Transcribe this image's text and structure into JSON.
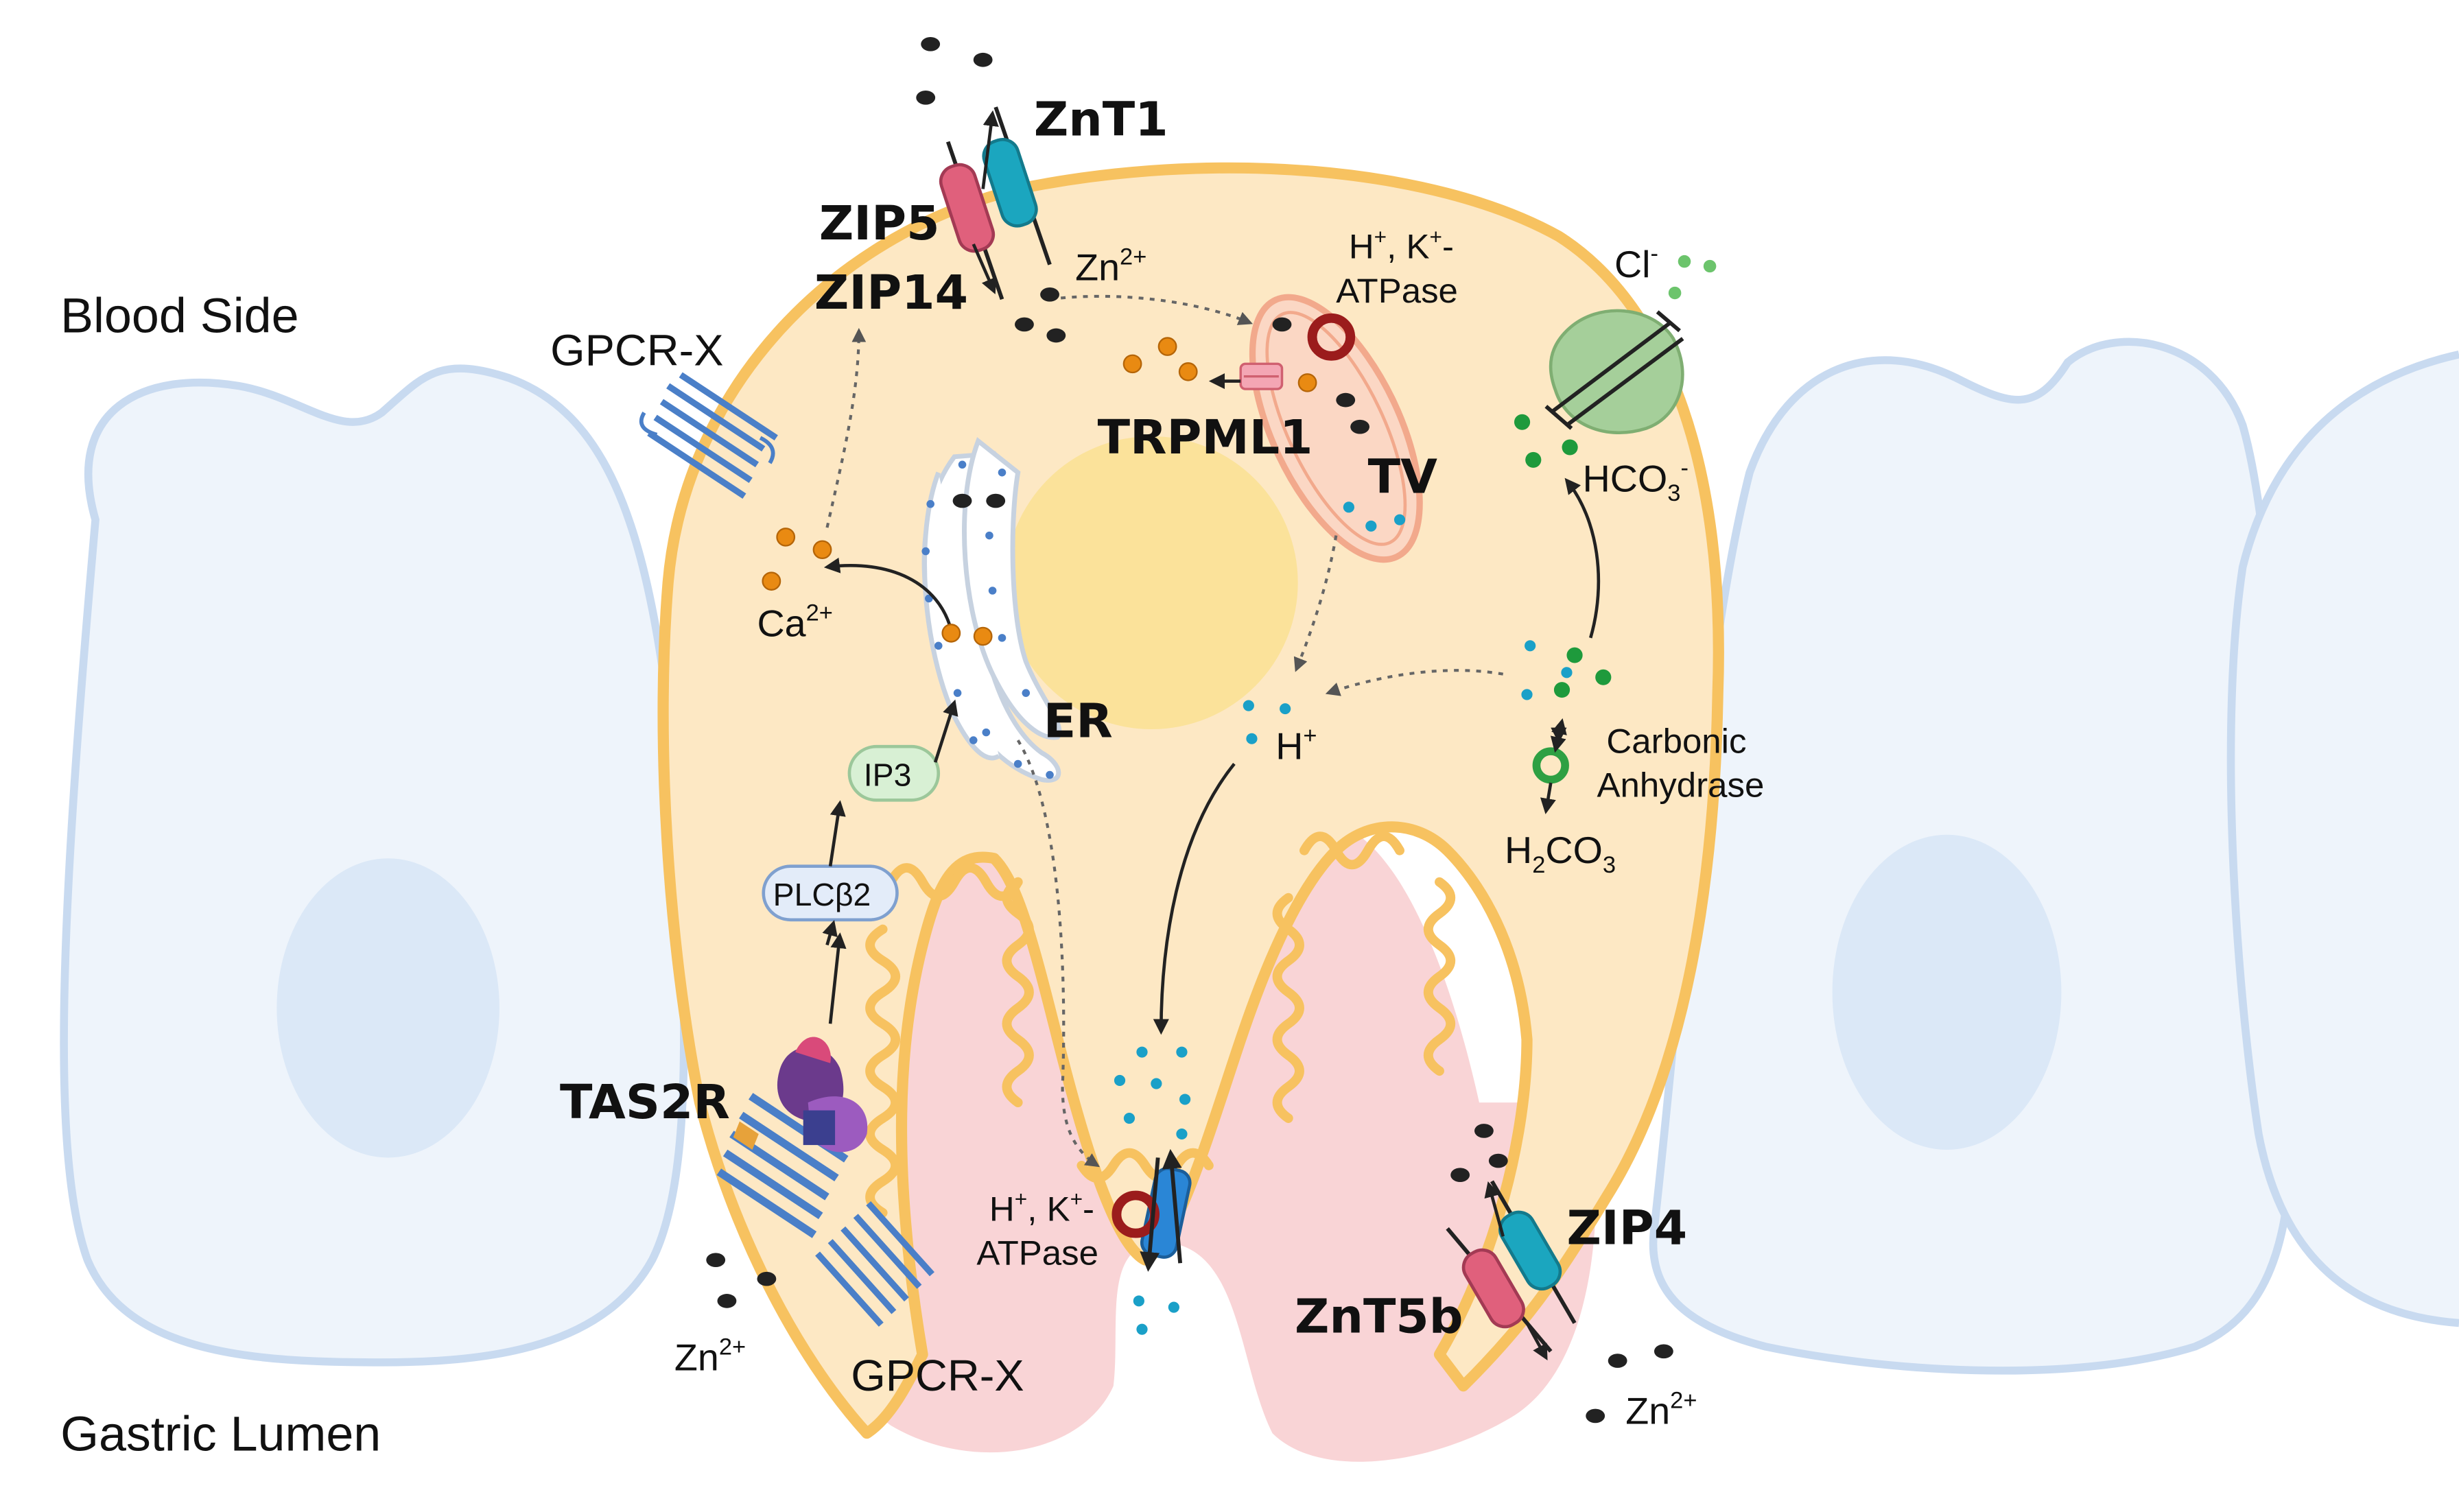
{
  "sides": {
    "blood": "Blood Side",
    "lumen": "Gastric Lumen"
  },
  "transporters": {
    "znt1": "ZnT1",
    "zip5": "ZIP5",
    "zip14": "ZIP14",
    "zip4": "ZIP4",
    "znt5b": "ZnT5b",
    "trpml1": "TRPML1"
  },
  "receptors": {
    "gpcr_top": "GPCR-X",
    "gpcr_bottom": "GPCR-X",
    "tas2r": "TAS2R"
  },
  "organelles": {
    "er": "ER",
    "tv": "TV"
  },
  "signaling": {
    "ip3": "IP3",
    "plc": "PLCβ2"
  },
  "ions": {
    "zn_top_base": "Zn",
    "zn_top_sup": "2+",
    "zn_bl_base": "Zn",
    "zn_bl_sup": "2+",
    "zn_br_base": "Zn",
    "zn_br_sup": "2+",
    "ca_base": "Ca",
    "ca_sup": "2+",
    "h_base": "H",
    "h_sup": "+",
    "cl_base": "Cl",
    "cl_sup": "-",
    "hco3_base": "HCO",
    "hco3_sub": "3",
    "hco3_sup": "-",
    "h2co3_a": "H",
    "h2co3_sub1": "2",
    "h2co3_b": "CO",
    "h2co3_sub2": "3"
  },
  "pumps": {
    "top_line1_a": "H",
    "top_line1_sup1": "+",
    "top_line1_b": ", K",
    "top_line1_sup2": "+",
    "top_line1_c": "-",
    "top_line2": "ATPase",
    "bot_line1_a": "H",
    "bot_line1_sup1": "+",
    "bot_line1_b": ", K",
    "bot_line1_sup2": "+",
    "bot_line1_c": "-",
    "bot_line2": "ATPase"
  },
  "enzyme": {
    "line1": "Carbonic",
    "line2": "Anhydrase"
  },
  "colors": {
    "cell_fill": "#fde8c4",
    "cell_border": "#f7c260",
    "nucleus": "#fbe29a",
    "canaliculus": "#f9d4d6",
    "neighbor_fill": "#eef4fb",
    "neighbor_border": "#c8daf0",
    "zinc": "#222222",
    "calcium": "#e98a12",
    "proton": "#1aa0c8",
    "bicarbonate": "#1e9a3c",
    "chloride": "#6cc46c",
    "pink_channel": "#e0607c",
    "teal_channel": "#1ba6bf",
    "pump_ring": "#9b1c1c",
    "receptor_blue": "#4a7fc8",
    "ip3_fill": "#d8f0d4",
    "plc_fill": "#e3ecf9"
  },
  "icons": [
    "znt1-channel-icon",
    "zip-channel-icon",
    "atpase-pump-icon",
    "gpcr-receptor-icon",
    "tas2r-receptor-icon",
    "chloride-exchanger-icon",
    "er-organelle-icon",
    "tubulovesicle-icon"
  ]
}
